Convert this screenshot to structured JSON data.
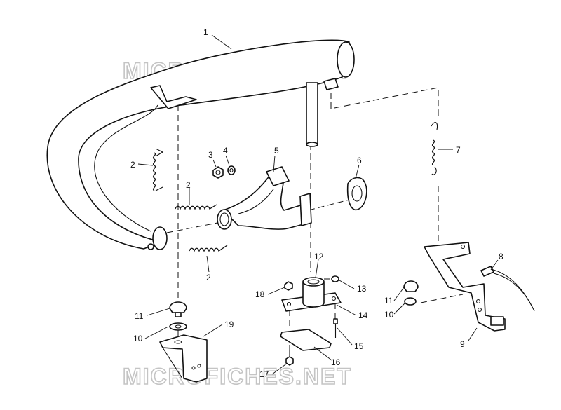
{
  "watermark": {
    "top": "MICROFICHES.NET",
    "bottom": "MICROFICHES.NET"
  },
  "callouts": [
    {
      "id": "c1",
      "label": "1"
    },
    {
      "id": "c2a",
      "label": "2"
    },
    {
      "id": "c2b",
      "label": "2"
    },
    {
      "id": "c2c",
      "label": "2"
    },
    {
      "id": "c3",
      "label": "3"
    },
    {
      "id": "c4",
      "label": "4"
    },
    {
      "id": "c5",
      "label": "5"
    },
    {
      "id": "c6",
      "label": "6"
    },
    {
      "id": "c7",
      "label": "7"
    },
    {
      "id": "c8",
      "label": "8"
    },
    {
      "id": "c9",
      "label": "9"
    },
    {
      "id": "c10a",
      "label": "10"
    },
    {
      "id": "c10b",
      "label": "10"
    },
    {
      "id": "c11a",
      "label": "11"
    },
    {
      "id": "c11b",
      "label": "11"
    },
    {
      "id": "c12",
      "label": "12"
    },
    {
      "id": "c13",
      "label": "13"
    },
    {
      "id": "c14",
      "label": "14"
    },
    {
      "id": "c15",
      "label": "15"
    },
    {
      "id": "c16",
      "label": "16"
    },
    {
      "id": "c17",
      "label": "17"
    },
    {
      "id": "c18",
      "label": "18"
    },
    {
      "id": "c19",
      "label": "19"
    }
  ]
}
